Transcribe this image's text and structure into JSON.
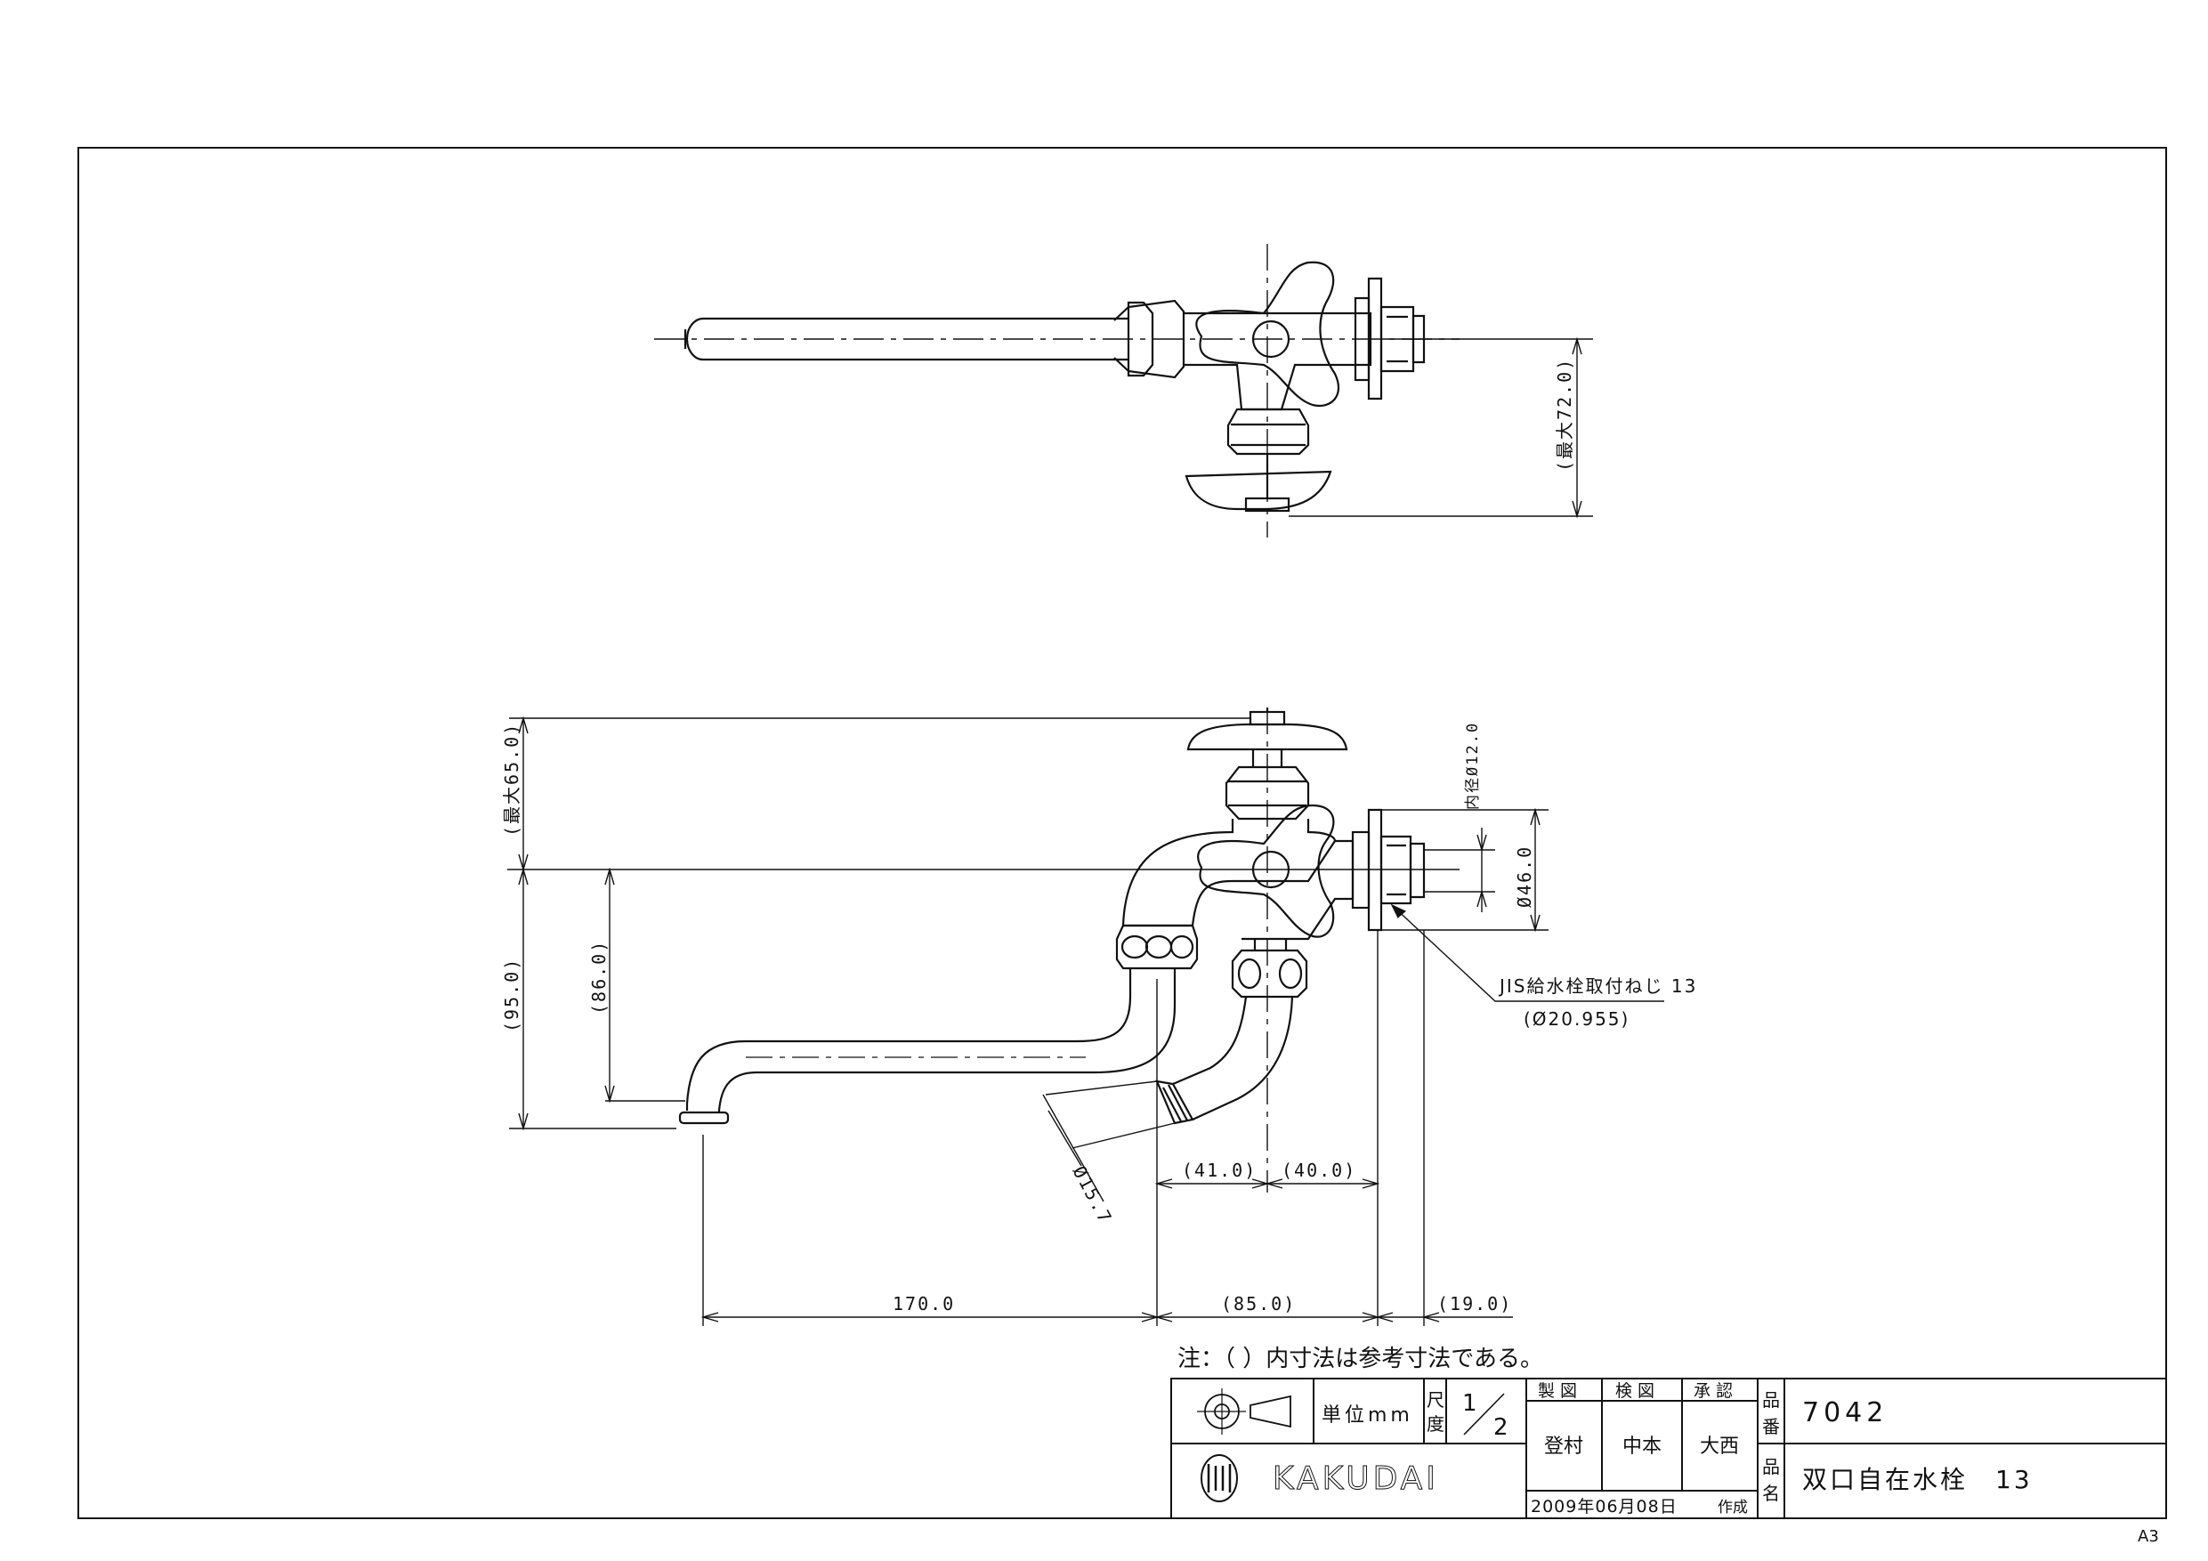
{
  "dimensions": {
    "top_max_height": "(最大72.0)",
    "front_max_height": "(最大65.0)",
    "height_95": "(95.0)",
    "height_86": "(86.0)",
    "inner_diameter": "内径Ø12.0",
    "flange_diameter": "Ø46.0",
    "hose_diameter": "Ø15.7",
    "offset_41": "(41.0)",
    "offset_40": "(40.0)",
    "length_170": "170.0",
    "length_85": "(85.0)",
    "length_19": "(19.0)"
  },
  "annotations": {
    "thread_spec": "JIS給水栓取付ねじ 13",
    "thread_diameter": "(Ø20.955)",
    "note": "注：（ ）内寸法は参考寸法である。"
  },
  "title_block": {
    "unit_label": "単位mm",
    "scale_label_1": "尺",
    "scale_label_2": "度",
    "scale_num": "1",
    "scale_den": "2",
    "drafted_header": "製 図",
    "checked_header": "検 図",
    "approved_header": "承 認",
    "drafted_by": "登村",
    "checked_by": "中本",
    "approved_by": "大西",
    "date": "2009年06月08日",
    "created_label": "作成",
    "part_no_label_1": "品",
    "part_no_label_2": "番",
    "part_no": "7042",
    "part_name_label_1": "品",
    "part_name_label_2": "名",
    "part_name": "双口自在水栓　13",
    "brand": "KAKUDAI"
  },
  "sheet_size": "A3"
}
